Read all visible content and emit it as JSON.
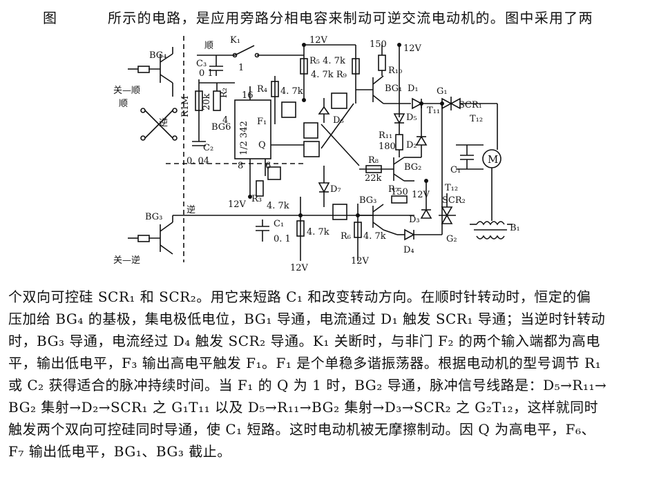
{
  "text": {
    "tu": "图",
    "line0": "所示的电路，是应用旁路分相电容来制动可逆交流电动机的。图中采用了两",
    "lines": [
      "个双向可控硅 SCR₁ 和 SCR₂。用它来短路 C₁ 和改变转动方向。在顺时针转动时，恒定的偏",
      "压加给 BG₄ 的基极，集电极低电位，BG₁ 导通，电流通过 D₁ 触发 SCR₁ 导通；当逆时针转动",
      "时，BG₃ 导通，电流经过 D₄ 触发 SCR₂ 导通。K₁ 关断时，与非门 F₂ 的两个输入端都为高电",
      "平，输出低电平，F₃ 输出高电平触发 F₁。F₁ 是个单稳多谐振荡器。根据电动机的型号调节 R₁",
      "或 C₂ 获得适合的脉冲持续时间。当 F₁ 的 Q 为 1 时，BG₂ 导通，脉冲信号线路是：D₅→R₁₁→",
      "BG₂ 集射→D₂→SCR₁ 之 G₁T₁₁ 以及 D₅→R₁₁→BG₂ 集射→D₃→SCR₂ 之 G₂T₁₂，这样就同时",
      "触发两个双向可控硅同时导通，使 C₁ 短路。这时电动机被无摩擦制动。因 Q 为高电平，F₆、",
      "F₇ 输出低电平，BG₁、BG₃ 截止。"
    ]
  },
  "circuit": {
    "bg4": "BG₄",
    "guan_shun": "关—顺",
    "shun": "顺",
    "ni_sw": "逆",
    "bg3": "BG₃",
    "guan_ni": "关—逆",
    "ni_bus": "逆",
    "r1m": "R1M",
    "shun_k1": "顺",
    "k1": "K₁",
    "one": "1",
    "c3": "C₃",
    "c3v": "0 1",
    "r2v": "20k",
    "r2": "R₂",
    "bg6": "BG6",
    "c2": "C₂",
    "c2v": "0. 04",
    "pin16": "16",
    "ic": "1/2  342",
    "f1": "F₁",
    "q": "Q",
    "pin4": "4",
    "pin8": "8",
    "pin6": "6",
    "v12a": "12V",
    "r3": "R₃",
    "r3v": "4. 7k",
    "r4": "R₄",
    "r4v": "4. 7k",
    "v12b": "12V",
    "r5": "R₅ 4. 7k",
    "r9": "4. 7k R₉",
    "d6": "D₆",
    "d7": "D₇",
    "v150a": "150",
    "v12c": "12V",
    "r10": "R₁₀",
    "bg1": "BG₁",
    "d1": "D₁",
    "t11": "T₁₁",
    "d5": "D₅",
    "r11": "R₁₁",
    "r11v": "180",
    "d2": "D₂",
    "r8": "R₈",
    "r8v": "22k",
    "bg2": "BG₂",
    "r7": "R₇",
    "bg3r": "BG₃",
    "v150b": "150",
    "v12d": "12V",
    "d3": "D₃",
    "d4": "D₄",
    "g1": "G₁",
    "scr1": "SCR₁",
    "t12a": "T₁₂",
    "c1r": "C₁",
    "m": "M",
    "t12b": "T₁₂",
    "scr2": "SCR₂",
    "g2": "G₂",
    "b1": "B₁",
    "c1": "C₁",
    "c1v": "0. 1",
    "r6v": "4. 7k",
    "r6": "R₆",
    "r6v2": "4. 7k",
    "v12e": "12V",
    "v12f": "12V"
  }
}
